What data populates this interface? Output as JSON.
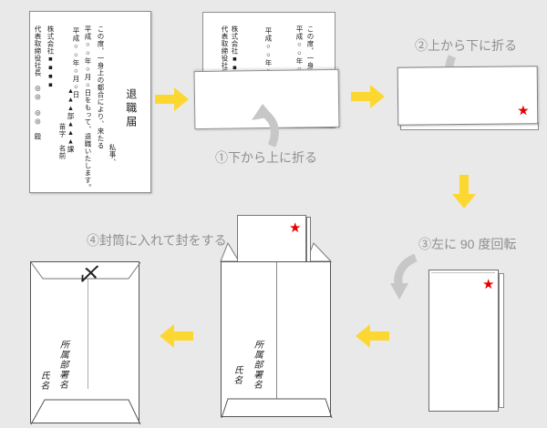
{
  "colors": {
    "background": "#e9e9e9",
    "yellow_arrow": "#fdd731",
    "gray_arrow": "#c7c7c7",
    "star_red": "#e60000",
    "caption_gray": "#8f8f8f",
    "paper_border": "#8f8f8f",
    "envelope_border": "#555555"
  },
  "letter_doc": {
    "title": "退職届",
    "opening": "私事、",
    "body_line1": "この度、一身上の都合により、来たる",
    "body_line2": "平成○○年○月○日をもって、退職いたします。",
    "date": "平成○○年○月○日",
    "department": "▲▲▲部▲▲▲課",
    "name": "苗字　名前",
    "company": "株式会社■■■■",
    "president": "代表取締役社長　◎◎　◎◎　殿"
  },
  "captions": {
    "step1": "①下から上に折る",
    "step2": "②上から下に折る",
    "step3": "③左に 90 度回転",
    "step4": "④封筒に入れて封をする"
  },
  "envelope": {
    "department_label": "所属部署名",
    "name_label": "氏名",
    "seal_mark": "〆"
  },
  "glyphs": {
    "star": "★"
  }
}
